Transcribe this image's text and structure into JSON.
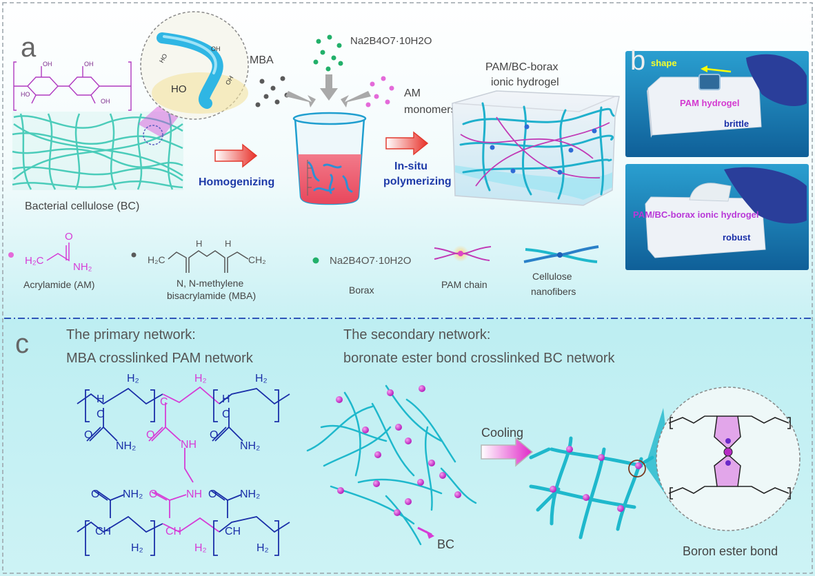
{
  "panel_a": {
    "letter": "a",
    "bc_label": "Bacterial cellulose (BC)",
    "mba": "MBA",
    "borax_formula": "Na2B4O7·10H2O",
    "am_line1": "AM",
    "am_line2": "monomers",
    "homogenizing": "Homogenizing",
    "insitu_line1": "In-situ",
    "insitu_line2": "polymerizing",
    "hydrogel_line1": "PAM/BC-borax",
    "hydrogel_line2": "ionic hydrogel",
    "oh": "HO",
    "oh2": "OH"
  },
  "panel_b": {
    "letter": "b",
    "shape": "shape",
    "pam_hydrogel": "PAM hydrogel",
    "brittle": "brittle",
    "ionic_hydrogel": "PAM/BC-borax ionic hydrogel",
    "robust": "robust"
  },
  "legend": {
    "acrylamide": "Acrylamide (AM)",
    "mba_line1": "N, N-methylene",
    "mba_line2": "bisacrylamide (MBA)",
    "borax_formula": "Na2B4O7·10H2O",
    "borax": "Borax",
    "pam_chain": "PAM chain",
    "cellulose_line1": "Cellulose",
    "cellulose_line2": "nanofibers"
  },
  "panel_c": {
    "letter": "c",
    "primary_line1": "The primary network:",
    "primary_line2": "MBA crosslinked PAM network",
    "secondary_line1": "The secondary network:",
    "secondary_line2": "boronate ester bond crosslinked BC network",
    "cooling": "Cooling",
    "bc": "BC",
    "boron_ester": "Boron ester bond"
  },
  "colors": {
    "magenta": "#d63cd6",
    "navy": "#1a2fa8",
    "cyan": "#1fb8cc",
    "teal": "#3cc8b4",
    "bg_top": "#f4fbfd",
    "bg_bottom": "#c7f0f3"
  }
}
